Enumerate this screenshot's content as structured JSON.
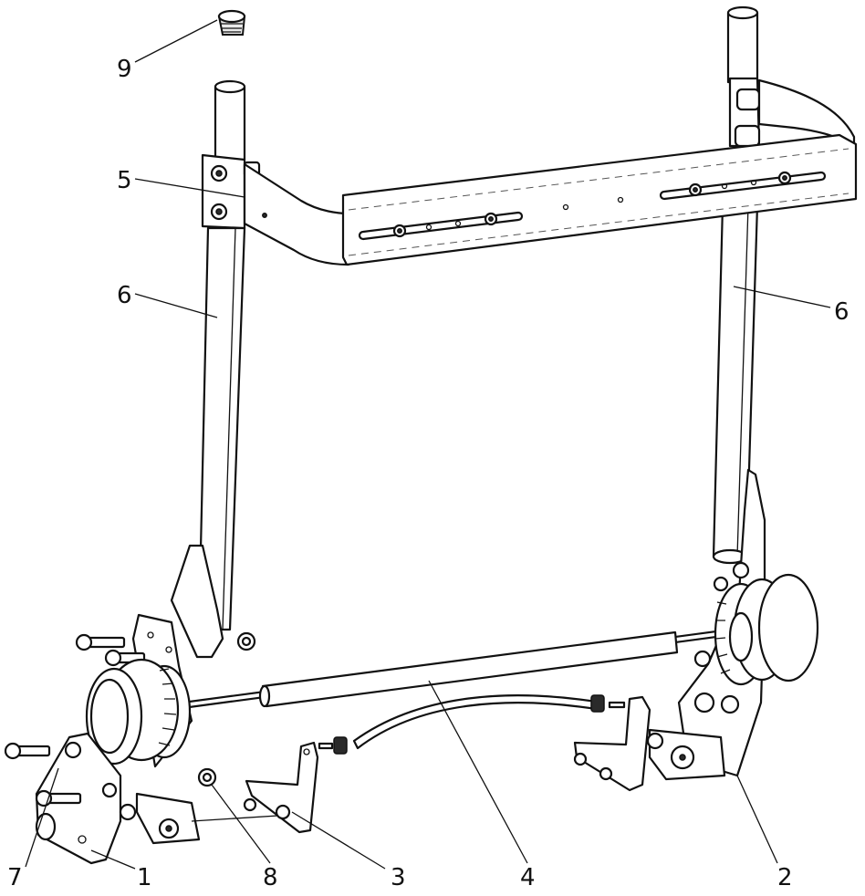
{
  "callouts": {
    "c1": "1",
    "c2": "2",
    "c3": "3",
    "c4": "4",
    "c5": "5",
    "c6_left": "6",
    "c6_right": "6",
    "c7": "7",
    "c8": "8",
    "c9": "9"
  }
}
